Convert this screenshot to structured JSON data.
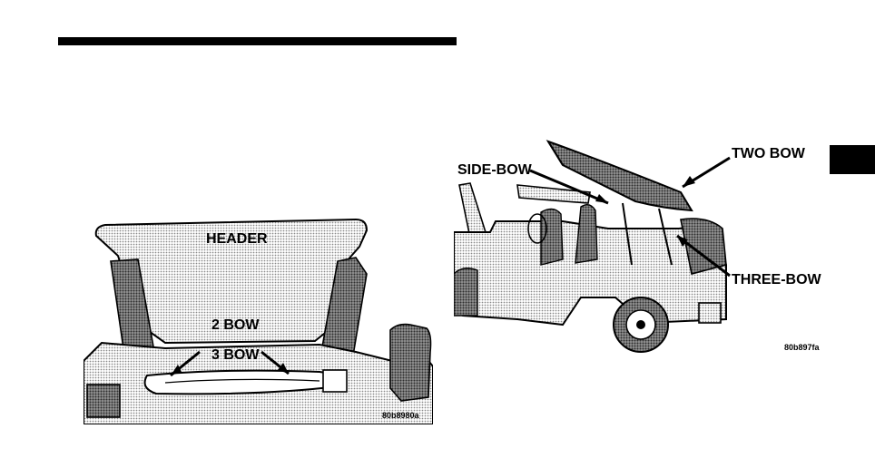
{
  "figures": {
    "left": {
      "labels": {
        "header": "HEADER",
        "two_bow": "2 BOW",
        "three_bow": "3 BOW"
      },
      "code": "80b8980a"
    },
    "right": {
      "labels": {
        "two_bow": "TWO BOW",
        "side_bow": "SIDE-BOW",
        "three_bow": "THREE-BOW"
      },
      "code": "80b897fa"
    }
  },
  "colors": {
    "ink": "#000000",
    "halftone": "#c8c8c8",
    "paper": "#ffffff"
  }
}
